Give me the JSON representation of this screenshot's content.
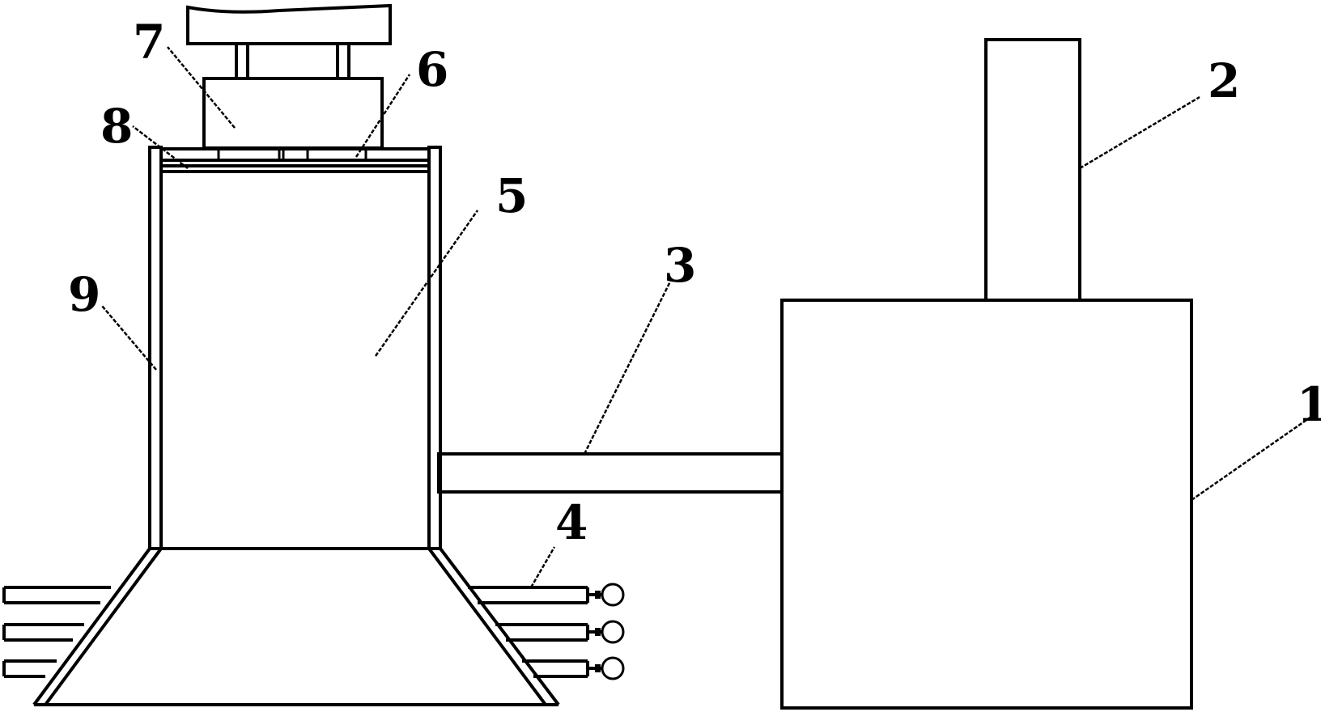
{
  "diagram": {
    "labels": {
      "l1": "1",
      "l2": "2",
      "l3": "3",
      "l4": "4",
      "l5": "5",
      "l6": "6",
      "l7": "7",
      "l8": "8",
      "l9": "9"
    }
  }
}
